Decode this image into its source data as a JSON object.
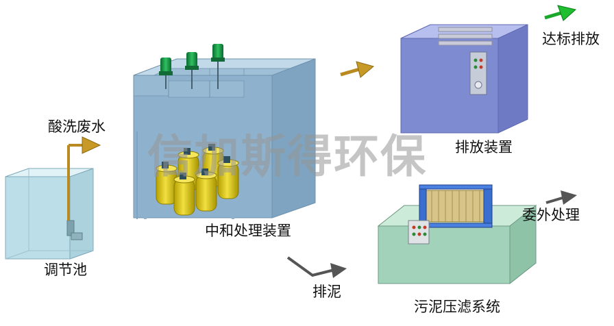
{
  "labels": {
    "acid_wastewater": "酸洗废水",
    "regulating_tank": "调节池",
    "neutralization_unit": "中和处理装置",
    "discharge_unit": "排放装置",
    "compliant_discharge": "达标排放",
    "sludge_discharge": "排泥",
    "sludge_filter_press": "污泥压滤系统",
    "outsourced_treatment": "委外处理"
  },
  "watermark": "信加斯得环保",
  "colors": {
    "tank_blue": "#8fb4d0",
    "tank_light": "#c9e6ee",
    "discharge_purple": "#8a95d6",
    "press_green": "#a8d4c0",
    "dosing_yellow": "#e8d21a",
    "motor_green": "#1a9a4a",
    "arrow_gold": "#b88a20",
    "arrow_green": "#1aa82a",
    "arrow_gray": "#555555"
  }
}
